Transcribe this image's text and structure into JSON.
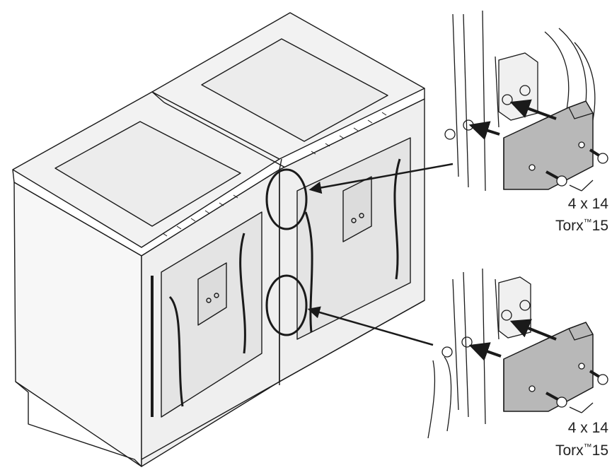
{
  "callouts": {
    "top": {
      "quantity": "4 x 14",
      "tool": "Torx",
      "tool_mark": "™",
      "tool_size": "15"
    },
    "bottom": {
      "quantity": "4 x 14",
      "tool": "Torx",
      "tool_mark": "™",
      "tool_size": "15"
    }
  },
  "colors": {
    "line": "#1a1a1a",
    "panel": "#e6e6e6",
    "panel_dark": "#cfcfcf",
    "bracket": "#b8b8b8",
    "background": "#ffffff"
  },
  "icons": {
    "screw": "screw-icon",
    "arrow": "arrow-icon",
    "bracket": "bracket-icon"
  }
}
